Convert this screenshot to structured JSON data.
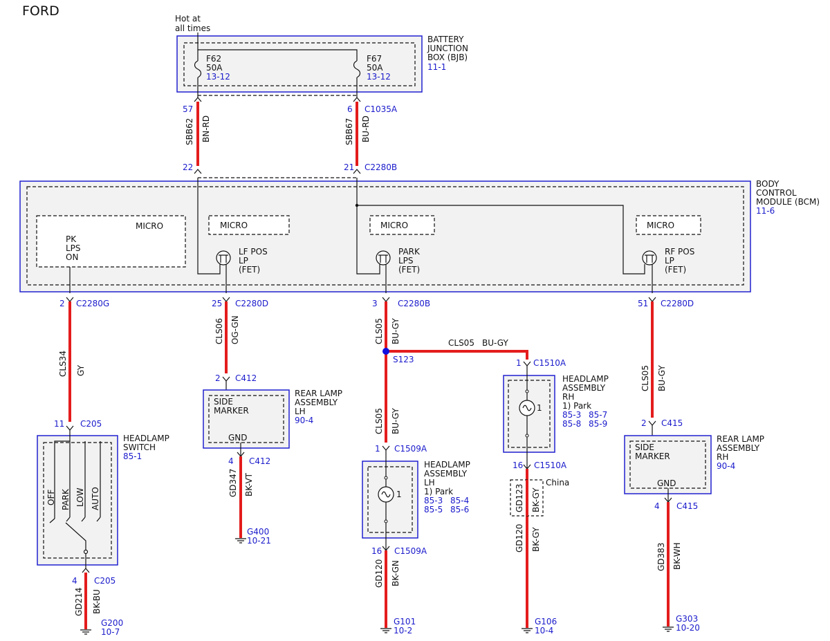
{
  "brand": "FORD",
  "power": {
    "label_line1": "Hot at",
    "label_line2": "all times"
  },
  "bjb": {
    "title": [
      "BATTERY",
      "JUNCTION",
      "BOX (BJB)"
    ],
    "ref": "11-1",
    "fuses": [
      {
        "id": "F62",
        "rating": "50A",
        "ref": "13-12"
      },
      {
        "id": "F67",
        "rating": "50A",
        "ref": "13-12"
      }
    ]
  },
  "bcm": {
    "title": [
      "BODY",
      "CONTROL",
      "MODULE (BCM)"
    ],
    "ref": "11-6",
    "micro": "MICRO",
    "pk_lps_on": [
      "PK",
      "LPS",
      "ON"
    ],
    "lf_pos": [
      "LF POS",
      "LP",
      "(FET)"
    ],
    "park_lps": [
      "PARK",
      "LPS",
      "(FET)"
    ],
    "rf_pos": [
      "RF POS",
      "LP",
      "(FET)"
    ]
  },
  "pins": {
    "p57": "57",
    "p6": "6",
    "c1035a": "C1035A",
    "p22": "22",
    "p21": "21",
    "c2280b_top": "C2280B",
    "p2": "2",
    "c2280g": "C2280G",
    "p25": "25",
    "c2280d": "C2280D",
    "p3": "3",
    "c2280b": "C2280B",
    "p51": "51",
    "c2280d_r": "C2280D",
    "p11": "11",
    "c205": "C205",
    "p4_sw": "4",
    "c205_b": "C205",
    "p2_412": "2",
    "c412": "C412",
    "p4_412": "4",
    "c412_b": "C412",
    "p1_1509": "1",
    "c1509a": "C1509A",
    "p16_1509": "16",
    "c1509a_b": "C1509A",
    "p1_1510": "1",
    "c1510a": "C1510A",
    "p16_1510": "16",
    "c1510a_b": "C1510A",
    "p2_415": "2",
    "c415": "C415",
    "p4_415": "4",
    "c415_b": "C415"
  },
  "wires": {
    "sbb62": "SBB62",
    "bn_rd": "BN-RD",
    "sbb67": "SBB67",
    "bu_rd": "BU-RD",
    "cls34": "CLS34",
    "gy": "GY",
    "cls06": "CLS06",
    "og_gn": "OG-GN",
    "cls05_a": "CLS05",
    "bu_gy_a": "BU-GY",
    "cls05_h": "CLS05",
    "bu_gy_h": "BU-GY",
    "cls05_b": "CLS05",
    "bu_gy_b": "BU-GY",
    "cls05_r": "CLS05",
    "bu_gy_r": "BU-GY",
    "gd214": "GD214",
    "bk_bu": "BK-BU",
    "gd347": "GD347",
    "bk_vt": "BK-VT",
    "gd120_l": "GD120",
    "bk_gn": "BK-GN",
    "gd123": "GD123",
    "bk_gy_c": "BK-GY",
    "gd120_r": "GD120",
    "bk_gy_r": "BK-GY",
    "gd383": "GD383",
    "bk_wh": "BK-WH"
  },
  "splice": "S123",
  "china": "China",
  "headlamp_switch": {
    "title": [
      "HEADLAMP",
      "SWITCH"
    ],
    "ref": "85-1",
    "positions": [
      "OFF",
      "PARK",
      "LOW",
      "AUTO"
    ]
  },
  "rear_lh": {
    "title": [
      "REAR LAMP",
      "ASSEMBLY",
      "LH"
    ],
    "ref": "90-4",
    "inner": [
      "SIDE",
      "MARKER"
    ],
    "gnd": "GND"
  },
  "rear_rh": {
    "title": [
      "REAR LAMP",
      "ASSEMBLY",
      "RH"
    ],
    "ref": "90-4",
    "inner": [
      "SIDE",
      "MARKER"
    ],
    "gnd": "GND"
  },
  "head_lh": {
    "title": [
      "HEADLAMP",
      "ASSEMBLY",
      "LH"
    ],
    "note": "1) Park",
    "refs": [
      "85-3",
      "85-4",
      "85-5",
      "85-6"
    ],
    "lamp_num": "1"
  },
  "head_rh": {
    "title": [
      "HEADLAMP",
      "ASSEMBLY",
      "RH"
    ],
    "note": "1) Park",
    "refs": [
      "85-3",
      "85-7",
      "85-8",
      "85-9"
    ],
    "lamp_num": "1"
  },
  "grounds": {
    "g200": {
      "id": "G200",
      "ref": "10-7"
    },
    "g400": {
      "id": "G400",
      "ref": "10-21"
    },
    "g101": {
      "id": "G101",
      "ref": "10-2"
    },
    "g106": {
      "id": "G106",
      "ref": "10-4"
    },
    "g303": {
      "id": "G303",
      "ref": "10-20"
    }
  },
  "colors": {
    "wire": "#e41c1c",
    "ref_text": "#1a1acc",
    "box_border": "#2020d0",
    "box_fill": "#f2f2f2"
  }
}
